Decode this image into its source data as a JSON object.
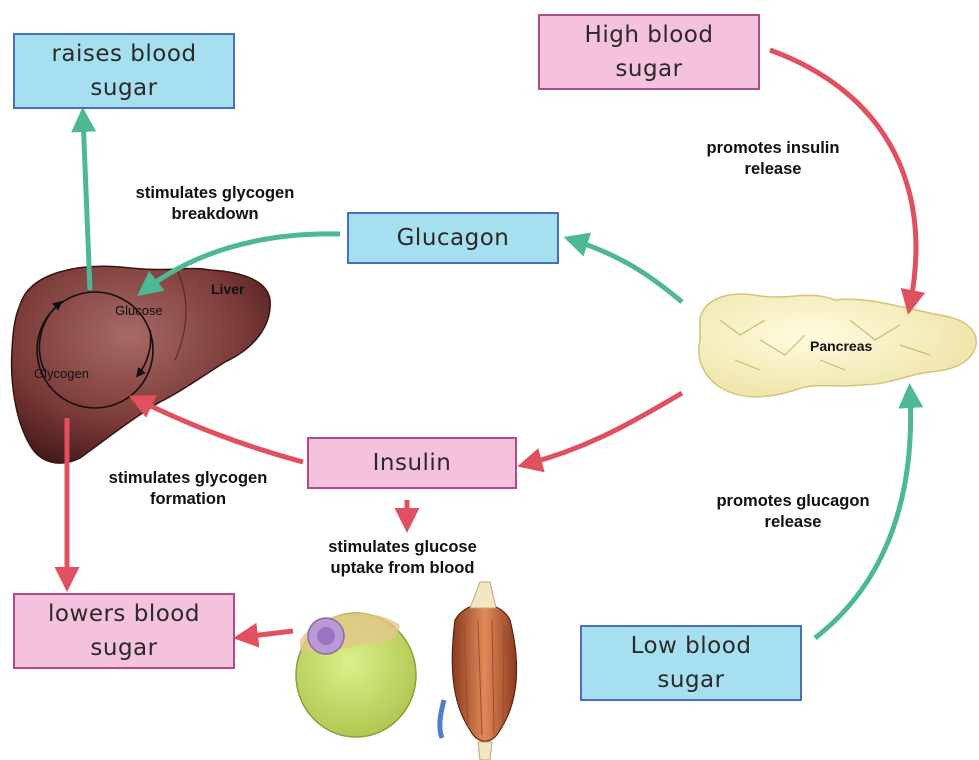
{
  "boxes": {
    "raises": "raises blood sugar",
    "high": "High blood sugar",
    "glucagon": "Glucagon",
    "insulin": "Insulin",
    "lowers": "lowers blood sugar",
    "low": "Low blood sugar"
  },
  "labels": {
    "promotes_insulin": "promotes insulin release",
    "stim_breakdown": "stimulates glycogen breakdown",
    "stim_formation": "stimulates glycogen formation",
    "stim_uptake": "stimulates glucose uptake from blood",
    "promotes_glucagon": "promotes glucagon release"
  },
  "organs": {
    "liver": "Liver",
    "glucose": "Glucose",
    "glycogen": "Glycogen",
    "pancreas": "Pancreas"
  },
  "colors": {
    "insulin_arrow": "#e0505e",
    "glucagon_arrow": "#4db893",
    "blue_box": "#a6dff0",
    "pink_box": "#f5c2dd"
  }
}
